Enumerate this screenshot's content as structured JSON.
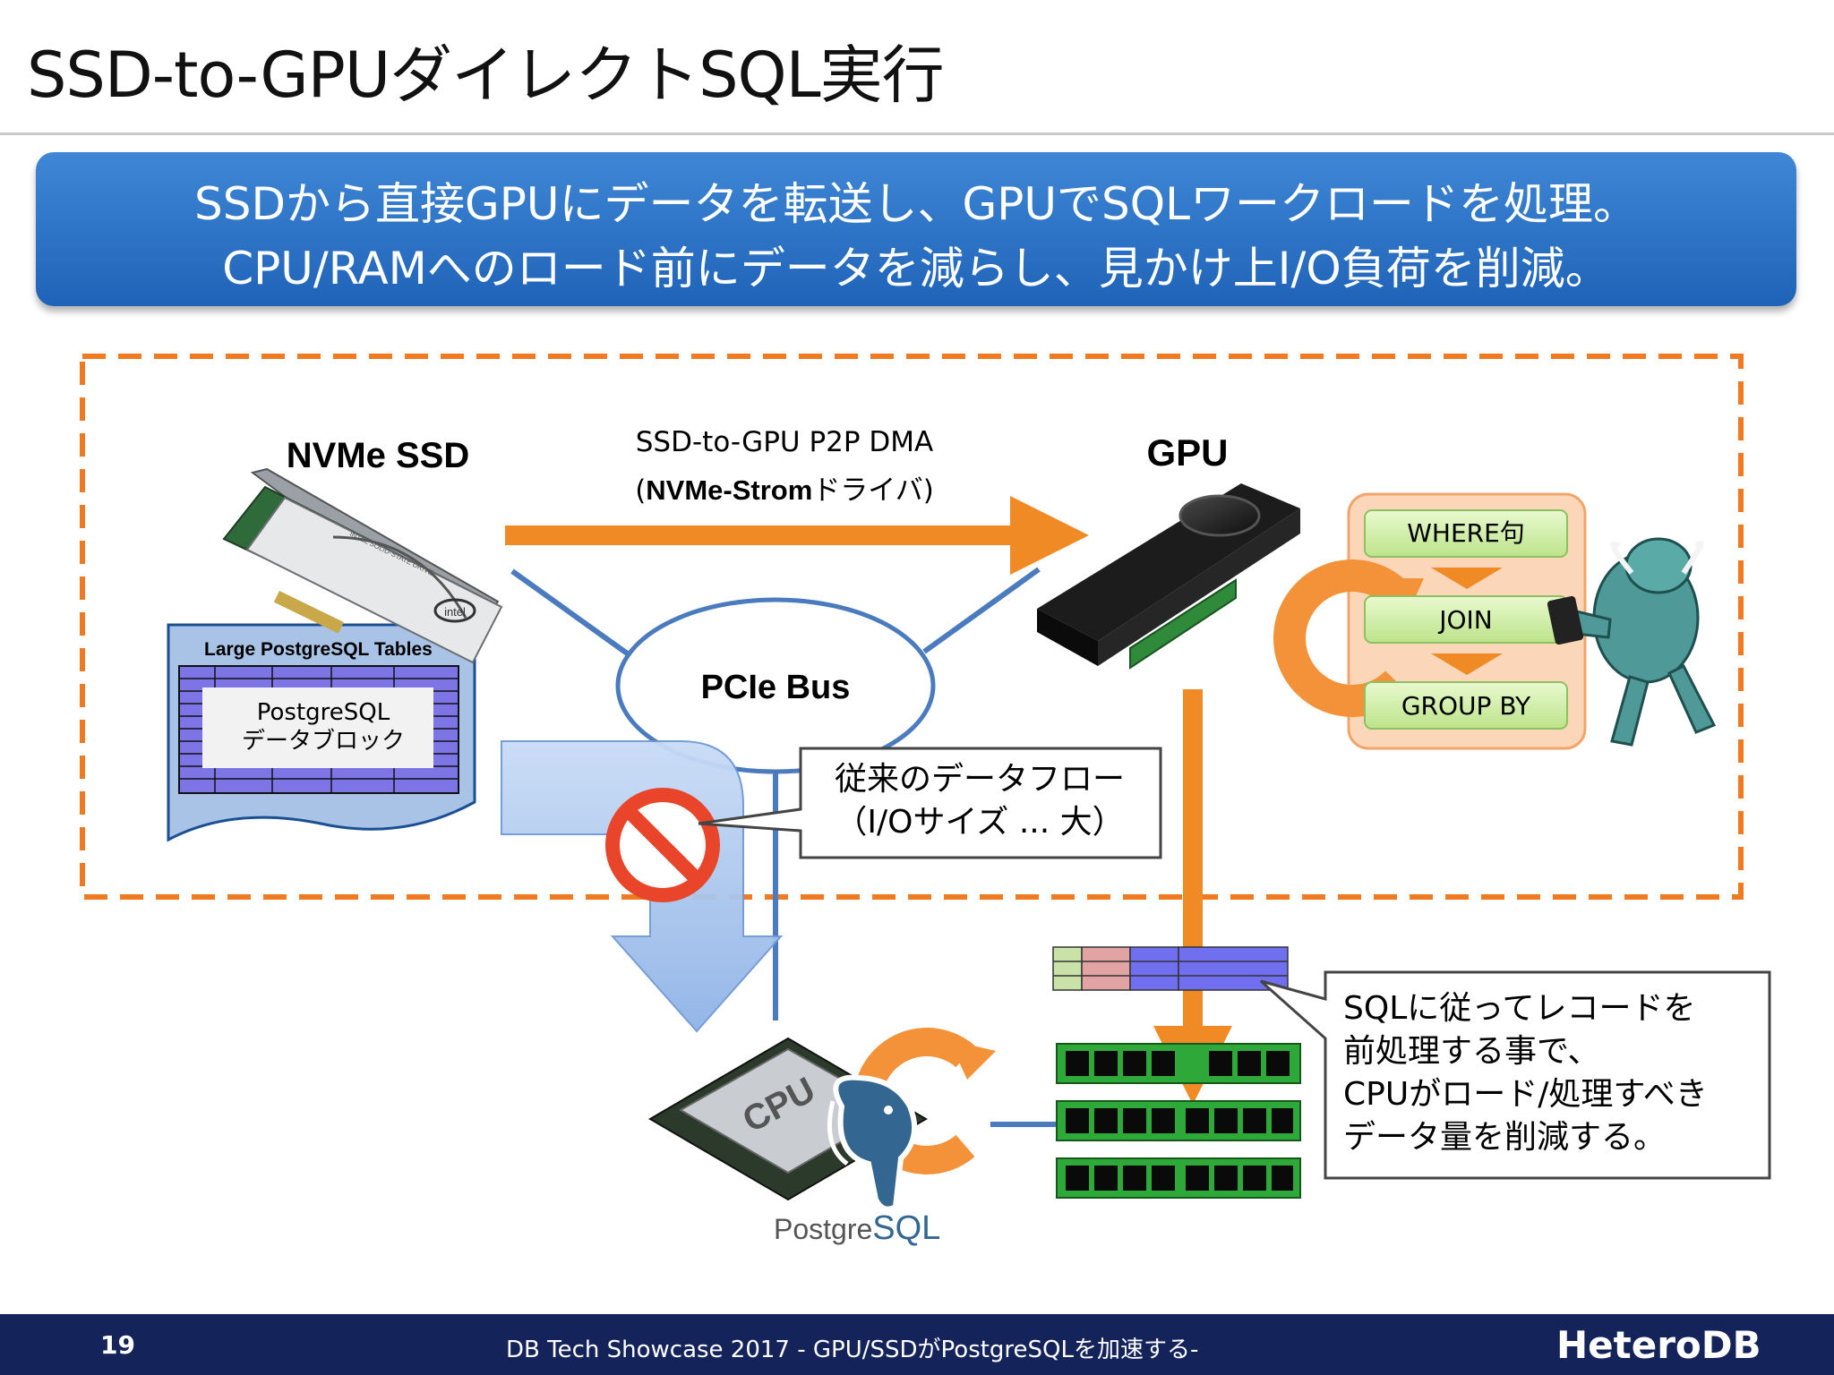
{
  "title": "SSD-to-GPUダイレクトSQL実行",
  "banner": {
    "line1": "SSDから直接GPUにデータを転送し、GPUでSQLワークロードを処理。",
    "line2": "CPU/RAMへのロード前にデータを減らし、見かけ上I/O負荷を削減。"
  },
  "diagram": {
    "nvme_label": "NVMe SSD",
    "ssd_brand": "intel",
    "ssd_chip_text": "INTEL SOLID-STATE DRIVE",
    "dma_label_line1": "SSD-to-GPU P2P DMA",
    "dma_label_bold": "NVMe-Strom",
    "dma_label_rest": "ドライバ",
    "paren_open": "(",
    "paren_close": ")",
    "gpu_label": "GPU",
    "pcie_label": "PCIe Bus",
    "table_title": "Large PostgreSQL Tables",
    "table_block_line1": "PostgreSQL",
    "table_block_line2": "データブロック",
    "steps": [
      "WHERE句",
      "JOIN",
      "GROUP BY"
    ],
    "callout_traditional_line1": "従来のデータフロー",
    "callout_traditional_line2": "（I/Oサイズ ... 大）",
    "callout_sql_lines": [
      "SQLに従ってレコードを",
      "前処理する事で、",
      "CPUがロード/処理すべき",
      "データ量を削減する。"
    ],
    "cpu_chip_text": "CPU",
    "postgres_logo_prefix": "Postgre",
    "postgres_logo_suffix": "SQL"
  },
  "colors": {
    "accent_orange": "#f08a24",
    "banner_blue": "#2a72c8",
    "footer_navy": "#14235a",
    "step_green": "#d6f2b0",
    "bus_blue": "#4a7bbf"
  },
  "footer": {
    "page_number": "19",
    "text": "DB Tech Showcase 2017 - GPU/SSDがPostgreSQLを加速する-",
    "logo": "HeteroDB"
  }
}
